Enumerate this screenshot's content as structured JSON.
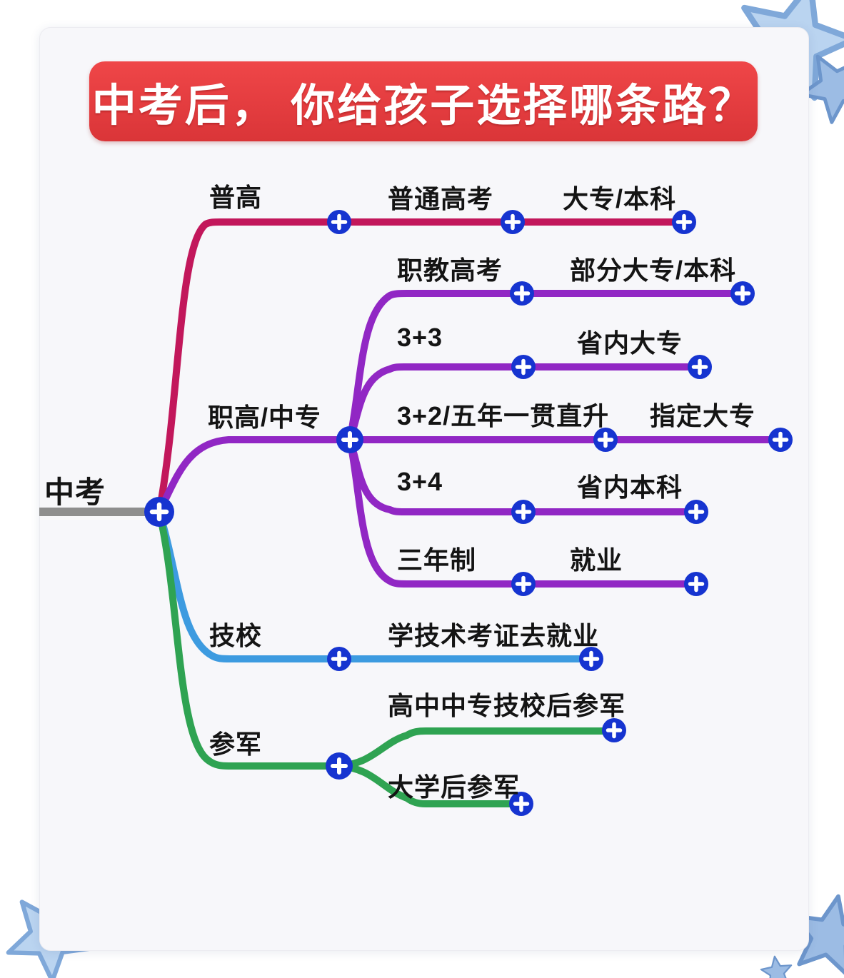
{
  "title": {
    "text": "中考后， 你给孩子选择哪条路？"
  },
  "colors": {
    "banner_red": "#e23c3e",
    "branch_crimson": "#c2175b",
    "branch_purple": "#9127c4",
    "branch_blue": "#3d9be0",
    "branch_green": "#2fa352",
    "root_line_gray": "#8e8e8e",
    "node_blue": "#1634d0",
    "star_blue": "#bad4f0"
  },
  "mindmap": {
    "root": "中考",
    "branches": [
      {
        "label": "普高",
        "color": "#c2175b",
        "children": [
          {
            "label": "普通高考",
            "children": [
              {
                "label": "大专/本科"
              }
            ]
          }
        ]
      },
      {
        "label": "职高/中专",
        "color": "#9127c4",
        "children": [
          {
            "label": "职教高考",
            "children": [
              {
                "label": "部分大专/本科"
              }
            ]
          },
          {
            "label": "3+3",
            "children": [
              {
                "label": "省内大专"
              }
            ]
          },
          {
            "label": "3+2/五年一贯直升",
            "children": [
              {
                "label": "指定大专"
              }
            ]
          },
          {
            "label": "3+4",
            "children": [
              {
                "label": "省内本科"
              }
            ]
          },
          {
            "label": "三年制",
            "children": [
              {
                "label": "就业"
              }
            ]
          }
        ]
      },
      {
        "label": "技校",
        "color": "#3d9be0",
        "children": [
          {
            "label": "学技术考证去就业"
          }
        ]
      },
      {
        "label": "参军",
        "color": "#2fa352",
        "children": [
          {
            "label": "高中中专技校后参军"
          },
          {
            "label": "大学后参军"
          }
        ]
      }
    ]
  }
}
